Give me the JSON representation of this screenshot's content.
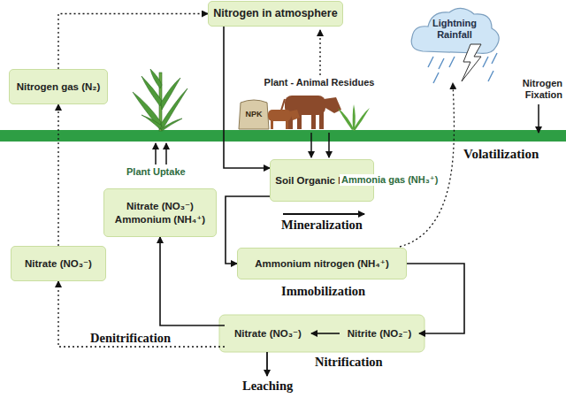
{
  "diagram": {
    "nodes": [
      {
        "text": [
          "Nitrogen in atmosphere"
        ]
      },
      {
        "text": [
          "Nitrogen gas (N₂)"
        ]
      },
      {
        "text": [
          "Nitrate (NO₃⁻)",
          "Ammonium (NH₄⁺)"
        ]
      },
      {
        "text": [
          "Soil Organic Matter"
        ]
      },
      {
        "text": [
          "Ammonium nitrogen (NH₄⁺)"
        ]
      },
      {
        "text": [
          "Nitrate (NO₃⁻)"
        ]
      },
      {
        "text": [
          "Nitrate (NO₃⁻)"
        ]
      },
      {
        "text": [
          "Nitrite (NO₂⁻)"
        ]
      }
    ],
    "edges": [
      {
        "from": 1,
        "to": 0,
        "arrow": "to"
      },
      {
        "from": 0,
        "to": 3,
        "arrow": "to"
      },
      {
        "from": 3,
        "to": 4,
        "arrow": "to"
      },
      {
        "from": 4,
        "to": 7,
        "arrow": "to"
      },
      {
        "from": 7,
        "to": 6,
        "arrow": "to"
      },
      {
        "from": 6,
        "to": 2,
        "arrow": "to"
      },
      {
        "from": 6,
        "to": 5,
        "arrow": "to"
      },
      {
        "from": 5,
        "to": 1,
        "arrow": "to"
      }
    ],
    "labels": [
      "Plant Uptake",
      "Plant - Animal Residues",
      "NPK",
      "Lightning Rainfall",
      "Nitrogen Fixation",
      "Volatilization",
      "Ammonia gas (NH₃⁺)",
      "Mineralization",
      "Immobilization",
      "Denitrification",
      "Nitrification",
      "Leaching"
    ]
  }
}
